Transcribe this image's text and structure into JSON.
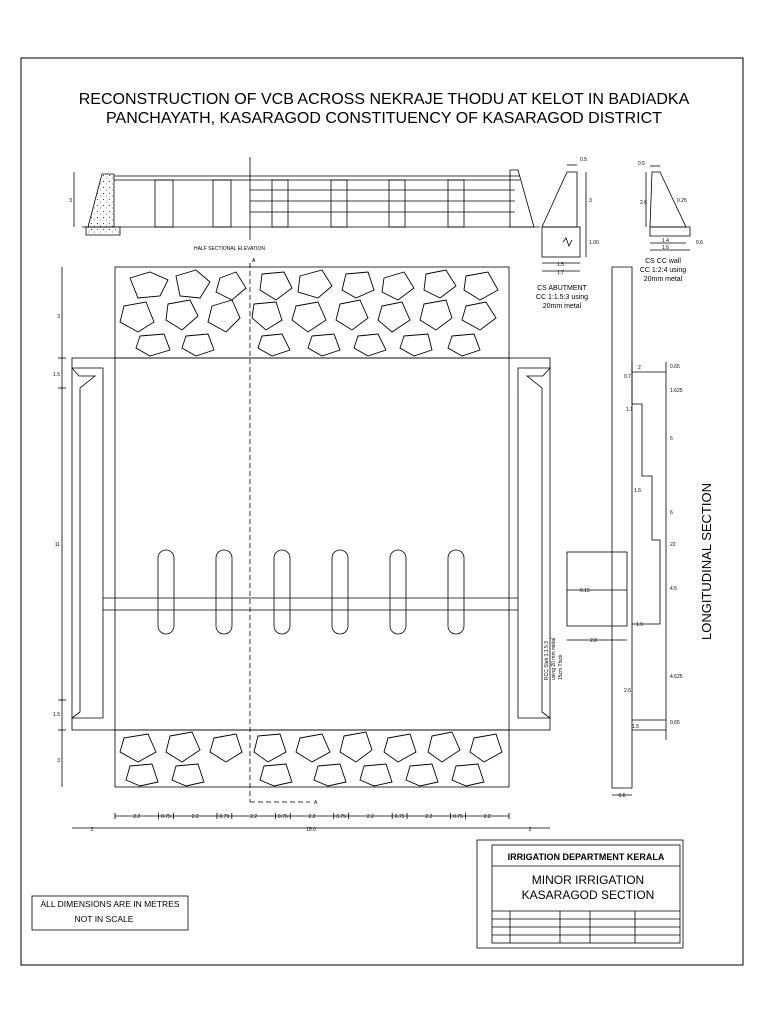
{
  "title": {
    "line1": "RECONSTRUCTION OF VCB ACROSS NEKRAJE THODU AT  KELOT  IN BADIADKA",
    "line2": "PANCHAYATH, KASARAGOD CONSTITUENCY OF KASARAGOD DISTRICT"
  },
  "elevation": {
    "label": "HALF SECTIONAL ELEVATION",
    "height_dim": "3"
  },
  "abutment": {
    "label_line1": "CS ABUTMENT",
    "label_line2": "CC 1:1.5:3 using",
    "label_line3": "20mm metal",
    "dims": {
      "top": "0.5",
      "height": "3",
      "footing": "1.00",
      "base1": "1.5",
      "base2": "1.7"
    }
  },
  "wall": {
    "label_line1": "CS CC wall",
    "label_line2": "CC 1:2:4 using",
    "label_line3": "20mm metal",
    "dims": {
      "top": "0.5",
      "height": "2.6",
      "slope": "0.25",
      "base1": "1.4",
      "base2": "1.6",
      "foot": "0.6"
    }
  },
  "plan": {
    "section_marker": "A",
    "left_dims": [
      "3",
      "1.5",
      "11",
      "1.5",
      "3"
    ],
    "bottom_dims_row1": [
      "2.2",
      "0.75",
      "2.2",
      "0.75",
      "2.2",
      "0.75",
      "2.2",
      "0.75",
      "2.2",
      "0.75",
      "2.2",
      "0.75",
      "2.2"
    ],
    "bottom_dims_row2": [
      "2",
      "15.0",
      "2"
    ]
  },
  "slab": {
    "label_line1": "RCC Slab 1:1.5:3",
    "label_line2": "using 20 mm metal",
    "label_line3": "15cm Thick",
    "thickness": "0.15",
    "width": "2.8"
  },
  "longitudinal": {
    "label": "LONGITUDINAL SECTION",
    "inner_dims": [
      "2",
      "0.7",
      "1.1",
      "1.6",
      "1.9",
      "2.6",
      "1.5"
    ],
    "right_dims": [
      "0.65",
      "1.625",
      "6",
      "6",
      "22",
      "4.5",
      "4.625",
      "0.65"
    ],
    "bottom_dim": "0.6"
  },
  "titleblock": {
    "dept": "IRRIGATION DEPARTMENT KERALA",
    "division_line1": "MINOR IRRIGATION",
    "division_line2": "KASARAGOD SECTION"
  },
  "notes": {
    "line1": "ALL DIMENSIONS ARE IN METRES",
    "line2": "NOT IN SCALE"
  }
}
